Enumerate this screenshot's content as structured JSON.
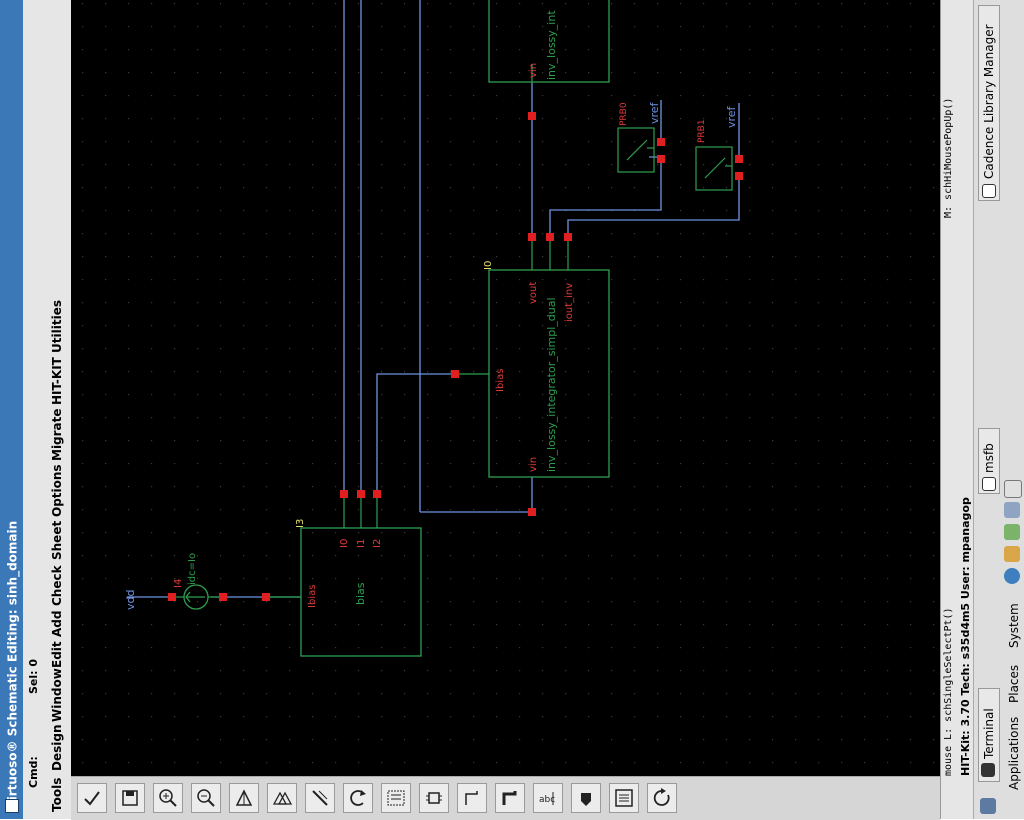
{
  "window": {
    "title": "Virtuoso® Schematic Editing: sinh_domain"
  },
  "status": {
    "cmd_label": "Cmd:",
    "sel_label": "Sel: 0"
  },
  "menu": [
    "Tools",
    "Design",
    "Window",
    "Edit",
    "Add",
    "Check",
    "Sheet",
    "Options",
    "Migrate",
    "HIT-KIT Utilities"
  ],
  "toolbar_icons": [
    "check-save-icon",
    "save-icon",
    "zoom-in-icon",
    "zoom-out-icon",
    "stretch-icon",
    "copy-icon",
    "delete-icon",
    "undo-icon",
    "property-icon",
    "instance-icon",
    "wire-narrow-icon",
    "wire-wide-icon",
    "label-icon",
    "pin-icon",
    "cmd-options-icon",
    "repeat-icon"
  ],
  "schematic": {
    "wires": {
      "color": "#6e93e0",
      "net_label_color": "#6e93e0"
    },
    "instances": {
      "bias": {
        "inst": "I3",
        "cell": "bias",
        "pins": [
          "I0",
          "I1",
          "I2",
          "Ibias"
        ]
      },
      "integrator_main": {
        "inst": "I0",
        "cell": "inv_lossy_integrator_simpl_dual",
        "pins": [
          "vin",
          "Ibias",
          "vout",
          "iout_inv"
        ]
      },
      "integrator_top": {
        "cell": "inv_lossy_int",
        "pins": [
          "vin"
        ]
      },
      "current_source": {
        "inst": "I4",
        "param": "idc=Io"
      },
      "pin_prb0": {
        "name": "PRB0"
      },
      "pin_prb1": {
        "name": "PRB1"
      }
    },
    "net_labels": {
      "vdd": "vdd",
      "vref_0": "vref",
      "vref_1": "vref"
    }
  },
  "statusbar": {
    "mouse_l": "mouse L: schSingleSelectPt()",
    "mouse_m": "M: schHiMousePopUp()",
    "kit_info": "HIT-Kit: 3.70  Tech: s35d4m5  User: mpanagop"
  },
  "taskbar": {
    "menus": [
      "Applications",
      "Places",
      "System"
    ],
    "items": [
      "Terminal",
      "msfb",
      "Cadence Library Manager"
    ]
  }
}
